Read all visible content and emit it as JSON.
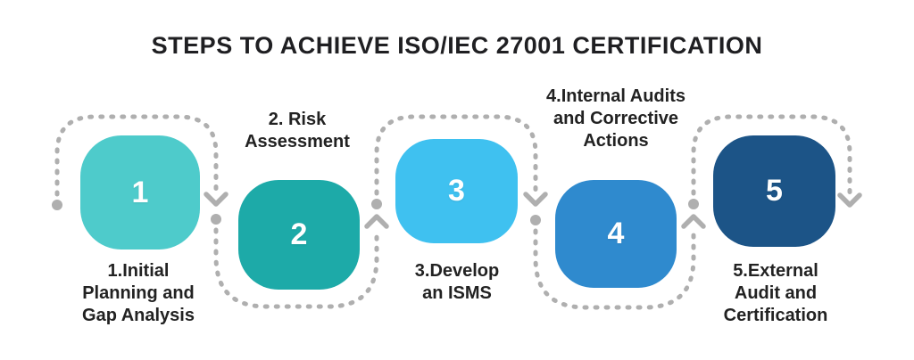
{
  "title": "STEPS TO ACHIEVE ISO/IEC 27001 CERTIFICATION",
  "steps": [
    {
      "number": "1",
      "label": "1.Initial\nPlanning and\nGap Analysis",
      "color": "#4ecbcb"
    },
    {
      "number": "2",
      "label": "2. Risk\nAssessment",
      "color": "#1daaa8"
    },
    {
      "number": "3",
      "label": "3.Develop\nan ISMS",
      "color": "#3fc1f0"
    },
    {
      "number": "4",
      "label": "4.Internal Audits\nand Corrective\nActions",
      "color": "#2f8ace"
    },
    {
      "number": "5",
      "label": "5.External\nAudit and\nCertification",
      "color": "#1c5487"
    }
  ],
  "colors": {
    "connector": "#afafaf",
    "number_text": "#ffffff",
    "title_text": "#1f1f22",
    "label_text": "#222222"
  }
}
